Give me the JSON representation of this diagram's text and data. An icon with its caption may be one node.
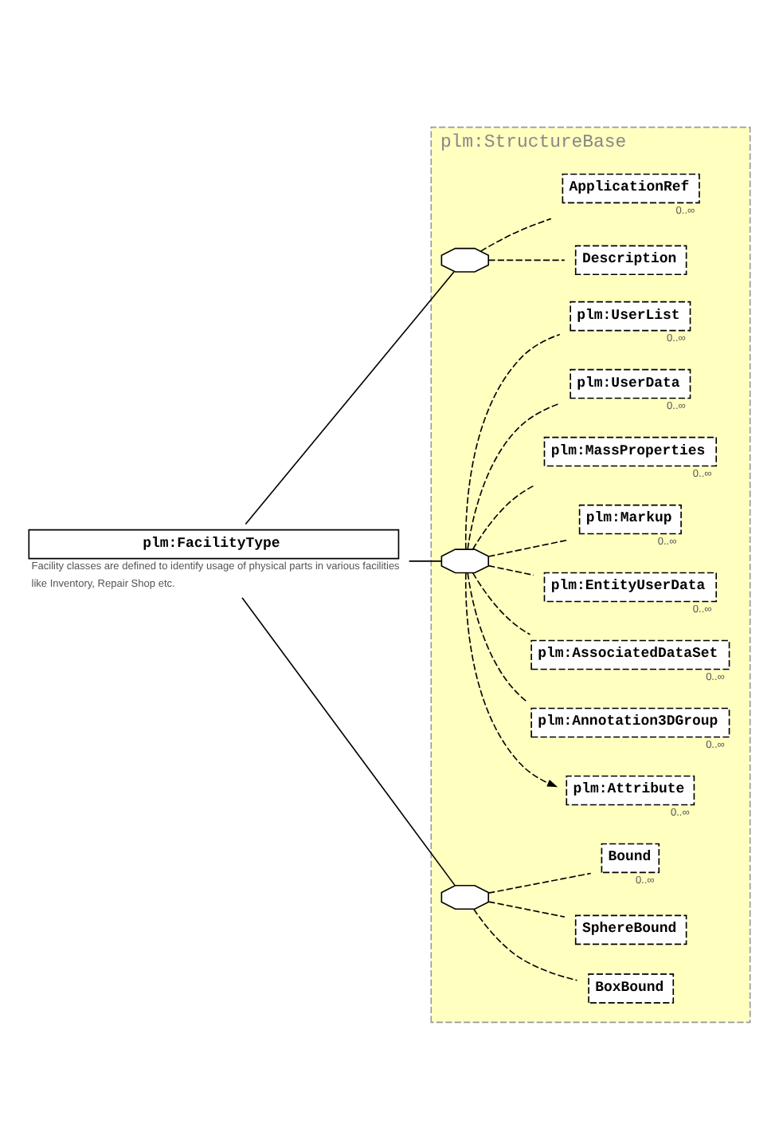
{
  "diagram": {
    "nodes": [
      {
        "text": [
          "plm:FacilityType"
        ],
        "beside": [
          "Facility classes are defined to identify usage of physical parts in various facilities",
          "like Inventory, Repair Shop etc."
        ]
      },
      {
        "text": [
          "plm:StructureBase"
        ]
      },
      {
        "text": [],
        "shape": "octagon",
        "in": 1
      },
      {
        "text": [
          "Description"
        ],
        "in": 1
      },
      {
        "text": [
          "ApplicationRef"
        ],
        "beside": [
          "0..∞"
        ],
        "in": 1
      },
      {
        "text": [],
        "shape": "octagon",
        "in": 1
      },
      {
        "text": [
          "plm:Attribute"
        ],
        "beside": [
          "0..∞"
        ],
        "in": 1
      },
      {
        "text": [
          "plm:Annotation3DGroup"
        ],
        "beside": [
          "0..∞"
        ],
        "in": 1
      },
      {
        "text": [
          "plm:AssociatedDataSet"
        ],
        "beside": [
          "0..∞"
        ],
        "in": 1
      },
      {
        "text": [
          "plm:EntityUserData"
        ],
        "beside": [
          "0..∞"
        ],
        "in": 1
      },
      {
        "text": [
          "plm:Markup"
        ],
        "beside": [
          "0..∞"
        ],
        "in": 1
      },
      {
        "text": [
          "plm:MassProperties"
        ],
        "beside": [
          "0..∞"
        ],
        "in": 1
      },
      {
        "text": [
          "plm:UserData"
        ],
        "beside": [
          "0..∞"
        ],
        "in": 1
      },
      {
        "text": [
          "plm:UserList"
        ],
        "beside": [
          "0..∞"
        ],
        "in": 1
      },
      {
        "text": [],
        "shape": "octagon",
        "in": 1
      },
      {
        "text": [
          "BoxBound"
        ],
        "in": 1
      },
      {
        "text": [
          "SphereBound"
        ],
        "in": 1
      },
      {
        "text": [
          "Bound"
        ],
        "beside": [
          "0..∞"
        ],
        "in": 1
      }
    ],
    "edges": [
      {
        "from": 0,
        "to": 2,
        "arrow": "none"
      },
      {
        "from": 0,
        "to": 5,
        "arrow": "none"
      },
      {
        "from": 0,
        "to": 14,
        "arrow": "none"
      },
      {
        "from": 2,
        "to": 3,
        "arrow": "none",
        "style": "dashed"
      },
      {
        "from": 2,
        "to": 4,
        "arrow": "none",
        "style": "dashed"
      },
      {
        "from": 5,
        "to": 6,
        "arrow": "to",
        "style": "dashed"
      },
      {
        "from": 5,
        "to": 7,
        "arrow": "none",
        "style": "dashed"
      },
      {
        "from": 5,
        "to": 8,
        "arrow": "none",
        "style": "dashed"
      },
      {
        "from": 5,
        "to": 9,
        "arrow": "none",
        "style": "dashed"
      },
      {
        "from": 5,
        "to": 10,
        "arrow": "none",
        "style": "dashed"
      },
      {
        "from": 5,
        "to": 11,
        "arrow": "none",
        "style": "dashed"
      },
      {
        "from": 5,
        "to": 12,
        "arrow": "none",
        "style": "dashed"
      },
      {
        "from": 5,
        "to": 13,
        "arrow": "none",
        "style": "dashed"
      },
      {
        "from": 14,
        "to": 15,
        "arrow": "none",
        "style": "dashed"
      },
      {
        "from": 14,
        "to": 16,
        "arrow": "none",
        "style": "dashed"
      },
      {
        "from": 14,
        "to": 17,
        "arrow": "none",
        "style": "dashed"
      }
    ]
  }
}
